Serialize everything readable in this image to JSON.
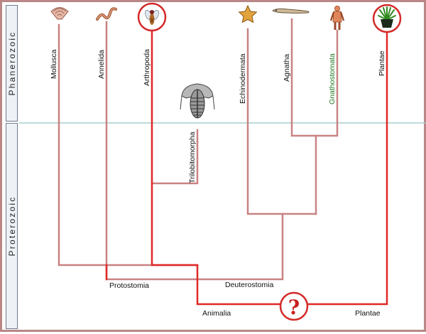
{
  "eras": {
    "phanerozoic": "Phanerozoic",
    "proterozoic": "Proterozoic"
  },
  "taxa": {
    "mollusca": "Mollusca",
    "annelida": "Annelida",
    "arthropoda": "Arthropoda",
    "trilobitomorpha": "Trilobitomorpha",
    "echinodermata": "Echinodermata",
    "agnatha": "Agnatha",
    "gnathostomata": "Gnathostomata",
    "plantae": "Plantae"
  },
  "nodes": {
    "protostomia": "Protostomia",
    "deuterostomia": "Deuterostomia",
    "animalia": "Animalia",
    "plantae": "Plantae",
    "unknown_ancestor": "?"
  },
  "colors": {
    "branch": "#c98282",
    "highlight_branch": "#e02828",
    "gnathostomata_label": "#1f7a1f",
    "era_boundary": "#a9cfcf",
    "circle": "#d42a2a"
  },
  "icons": [
    "shell-icon",
    "worm-icon",
    "fly-icon",
    "trilobite-icon",
    "starfish-icon",
    "eel-icon",
    "human-icon",
    "plant-icon"
  ]
}
